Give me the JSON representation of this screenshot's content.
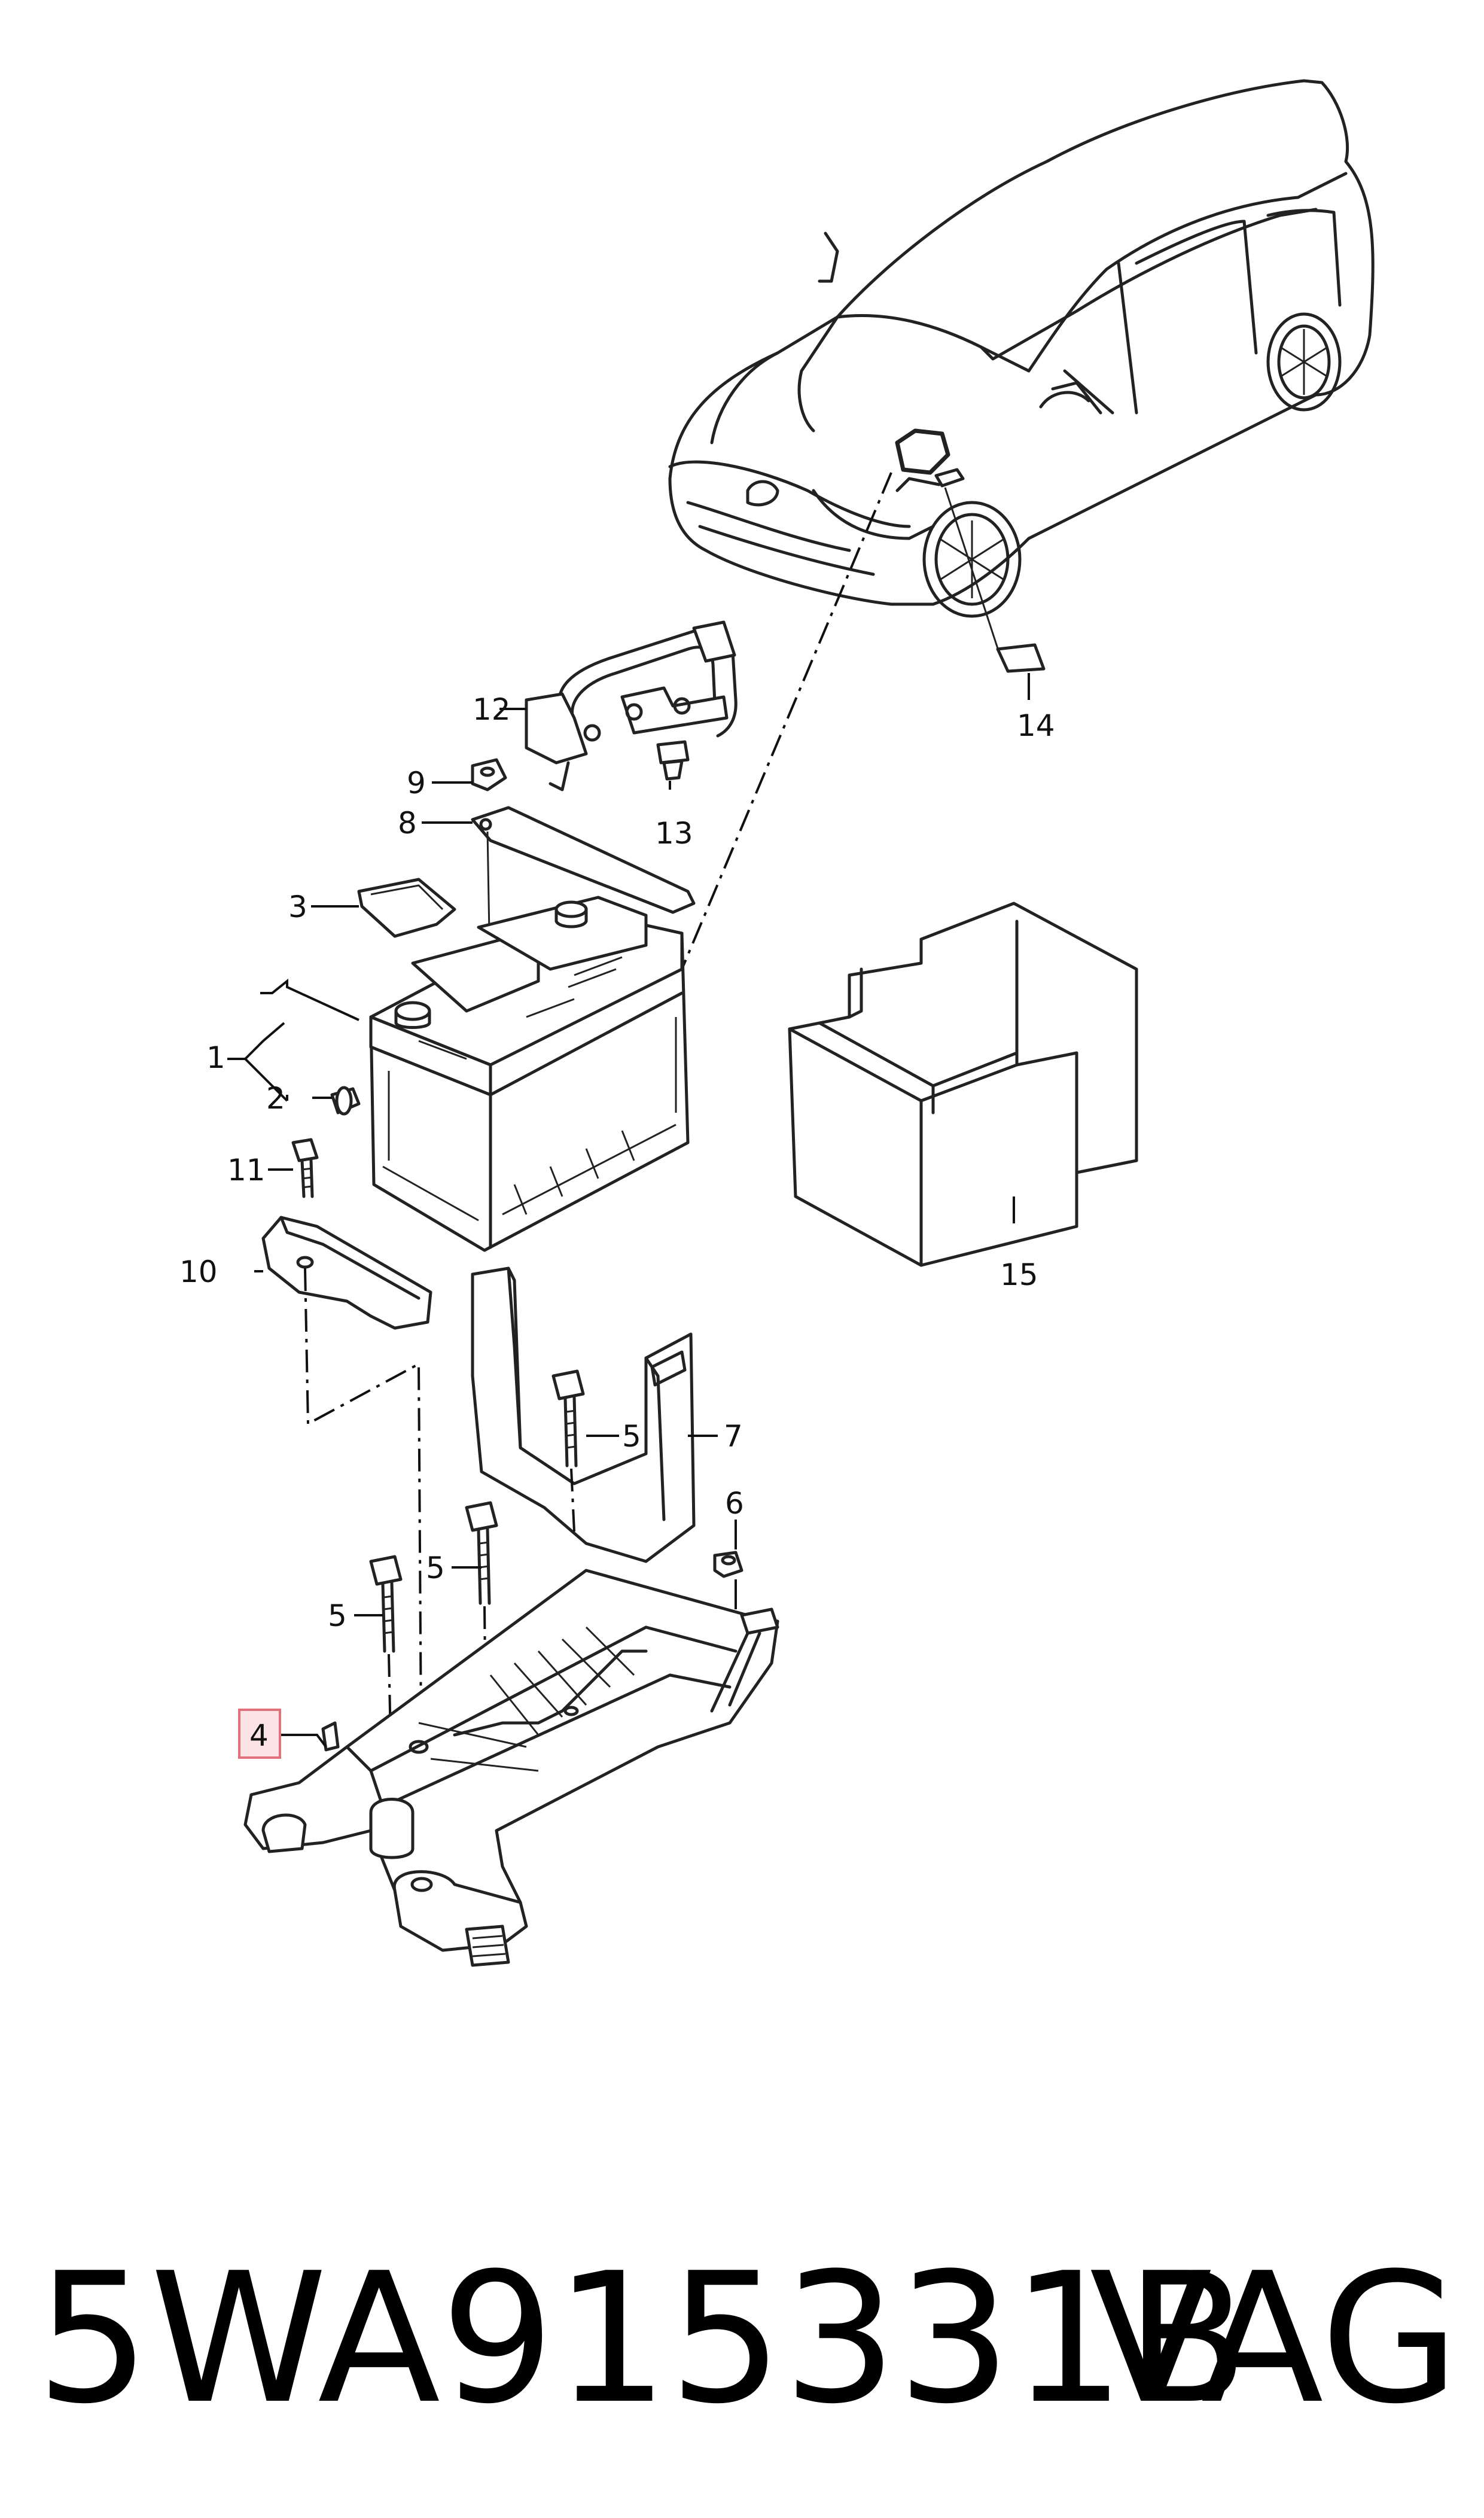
{
  "callouts": {
    "c1": "1",
    "c2": "2",
    "c3": "3",
    "c4": "4",
    "c5a": "5",
    "c5b": "5",
    "c5c": "5",
    "c6": "6",
    "c7": "7",
    "c8": "8",
    "c9": "9",
    "c10": "10",
    "c11": "11",
    "c12": "12",
    "c13": "13",
    "c14": "14",
    "c15": "15"
  },
  "highlight": {
    "callout": "4",
    "color": "#e0707a"
  },
  "caption": {
    "part_number": "5WA915331B",
    "manufacturer": "VAG"
  }
}
